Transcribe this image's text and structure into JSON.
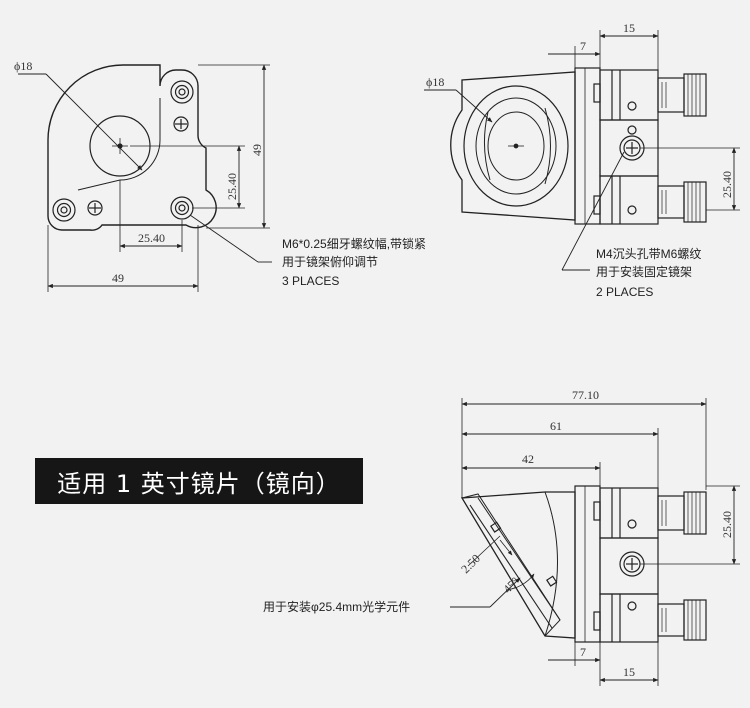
{
  "banner": "适用 1 英寸镜片（镜向）",
  "front_view": {
    "dia_label": "ϕ18",
    "dim_height": "49",
    "dim_width": "49",
    "dim_inner_h": "25.40",
    "dim_inner_w": "25.40",
    "note": [
      "M6*0.25细牙螺纹幅,带锁紧",
      "用于镜架俯仰调节",
      "3 PLACES"
    ]
  },
  "side_view": {
    "dia_label": "ϕ18",
    "dim_top": "15",
    "dim_plate": "7",
    "dim_height": "25.40",
    "note": [
      "M4沉头孔带M6螺纹",
      "用于安装固定镜架",
      "2 PLACES"
    ]
  },
  "bottom_view": {
    "dim_total": "77.10",
    "dim_mid": "61",
    "dim_inner": "42",
    "dim_gap": "2.50",
    "dim_angle": "45°",
    "dim_height": "25.40",
    "dim_plate": "7",
    "dim_base": "15",
    "note": "用于安装φ25.4mm光学元件"
  },
  "colors": {
    "background": "#f2f2f2",
    "line": "#222222",
    "banner_bg": "#161616",
    "banner_text": "#ffffff"
  }
}
